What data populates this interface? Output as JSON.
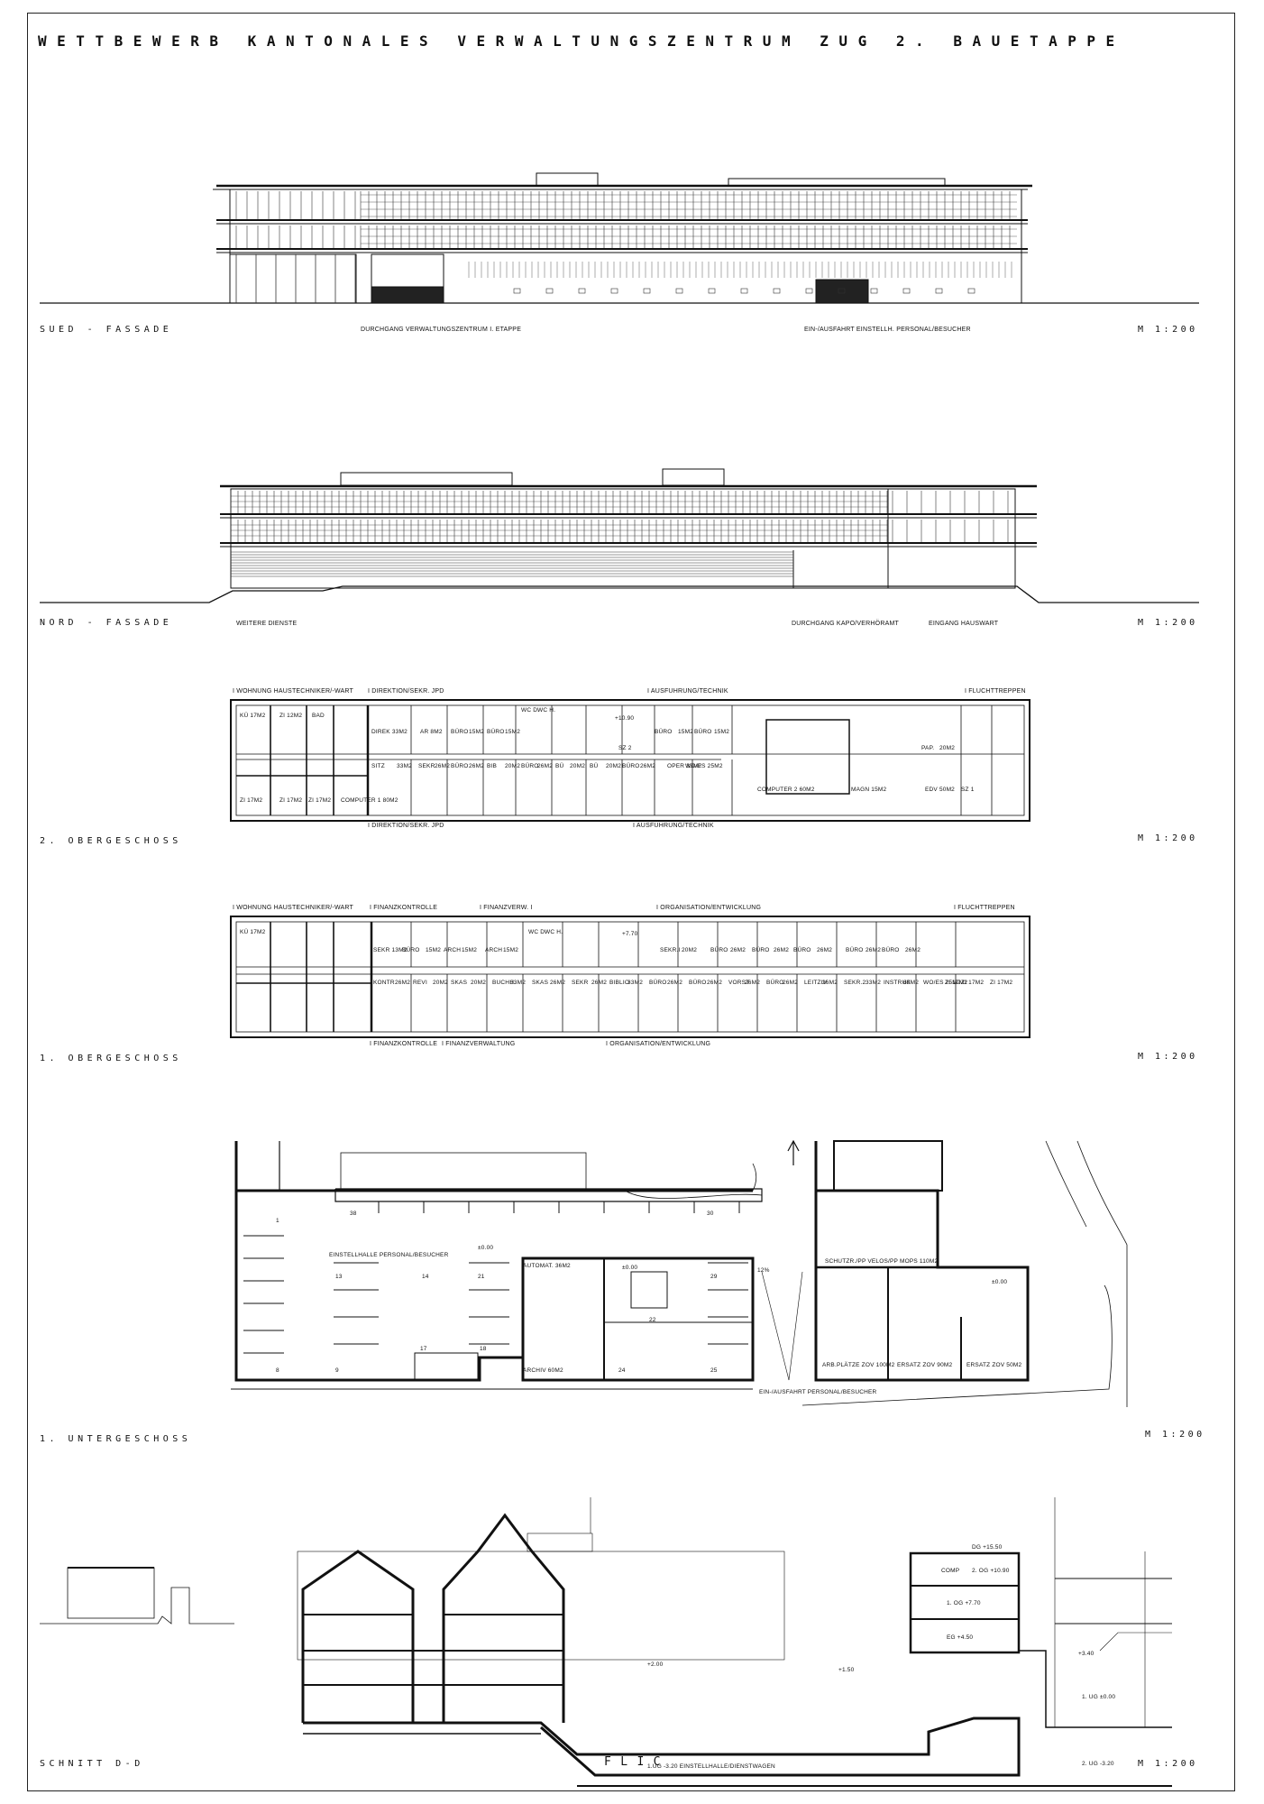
{
  "sheet": {
    "title": "WETTBEWERB   KANTONALES   VERWALTUNGSZENTRUM   ZUG   2.   BAUETAPPE",
    "scale": "M  1:200",
    "scale_ug": "M  1:200",
    "footer_mark": "FLIC"
  },
  "sued_fassade": {
    "label": "SUED - FASSADE",
    "note_1": "DURCHGANG VERWALTUNGSZENTRUM I. ETAPPE",
    "note_2": "EIN-/AUSFAHRT EINSTELLH. PERSONAL/BESUCHER"
  },
  "nord_fassade": {
    "label": "NORD - FASSADE",
    "note_1": "WEITERE DIENSTE",
    "note_2": "DURCHGANG KAPO/VERHÖRAMT",
    "note_3": "EINGANG HAUSWART"
  },
  "og2": {
    "label": "2.  OBERGESCHOSS",
    "top_notes": [
      "I WOHNUNG HAUSTECHNIKER/-WART",
      "I DIREKTION/SEKR. JPD",
      "I AUSFUHRUNG/TECHNIK",
      "I FLUCHTTREPPEN"
    ],
    "bottom_notes": [
      "I DIREKTION/SEKR. JPD",
      "I AUSFUHRUNG/TECHNIK"
    ],
    "rooms": [
      "KÜ 17M2",
      "ZI 12M2",
      "BAD",
      "DIREK 33M2",
      "AR 8M2",
      "BÜRO",
      "15M2",
      "BÜRO",
      "15M2",
      "WC D.",
      "WC H.",
      "+10.90",
      "BÜRO",
      "15M2",
      "BÜRO",
      "15M2",
      "PAP.",
      "20M2",
      "SITZ",
      "33M2",
      "SEKR",
      "26M2",
      "BÜRO",
      "26M2",
      "BIB",
      "20M2",
      "BÜRO",
      "26M2",
      "BÜ",
      "20M2",
      "BÜ",
      "20M2",
      "BÜRO",
      "26M2",
      "OPER 33M2",
      "WO/ES 25M2",
      "ZI 17M2",
      "ZI 17M2",
      "ZI 17M2",
      "COMPUTER 1 80M2",
      "COMPUTER 2 60M2",
      "MAGN 15M2",
      "EDV 50M2",
      "SZ 1",
      "SZ 2"
    ]
  },
  "og1": {
    "label": "1.  OBERGESCHOSS",
    "top_notes": [
      "I WOHNUNG HAUSTECHNIKER/-WART",
      "I FINANZKONTROLLE",
      "I FINANZVERW. I",
      "I ORGANISATION/ENTWICKLUNG",
      "I FLUCHTTREPPEN"
    ],
    "bottom_notes": [
      "I FINANZKONTROLLE",
      "I FINANZVERWALTUNG",
      "I ORGANISATION/ENTWICKLUNG"
    ],
    "rooms": [
      "KÜ 17M2",
      "SEKR 13M2",
      "BÜRO",
      "15M2",
      "ARCH",
      "15M2",
      "ARCH",
      "15M2",
      "WC D.",
      "WC H.",
      "+7.70",
      "SEKR.I",
      "20M2",
      "BÜRO",
      "26M2",
      "BÜRO",
      "26M2",
      "BÜRO",
      "26M2",
      "BÜRO",
      "26M2",
      "BÜRO",
      "26M2",
      "KONTR",
      "26M2",
      "REVI",
      "20M2",
      "SKAS",
      "20M2",
      "BUCHH.",
      "33M2",
      "SKAS",
      "26M2",
      "SEKR",
      "26M2",
      "BIBLIO",
      "33M2",
      "BÜRO",
      "26M2",
      "BÜRO",
      "26M2",
      "VORST",
      "26M2",
      "BÜRO",
      "26M2",
      "LEITZIV",
      "26M2",
      "SEKR.2",
      "33M2",
      "INSTRUK",
      "60M2",
      "WO/ES 25M2",
      "ZI 17M2",
      "ZI 17M2",
      "ZI 17M2"
    ]
  },
  "ug1": {
    "label": "1.  UNTERGESCHOSS",
    "rooms": [
      "EINSTELLHALLE PERSONAL/BESUCHER",
      "±0.00",
      "AUTOMAT. 36M2",
      "±0.00",
      "ARCHIV 60M2",
      "SCHUTZR./PP VELOS/PP MOPS 110M2",
      "±0.00",
      "ARB.PLÄTZE ZOV 100M2",
      "ERSATZ ZOV 90M2",
      "ERSATZ ZOV 50M2",
      "12%",
      "EIN-/AUSFAHRT PERSONAL/BESUCHER"
    ],
    "stall_numbers": [
      "38",
      "30",
      "1",
      "13",
      "14",
      "21",
      "29",
      "22",
      "17",
      "18",
      "8",
      "9",
      "24",
      "25"
    ]
  },
  "schnitt": {
    "label": "SCHNITT D-D",
    "levels": [
      "DG +15.50",
      "COMP",
      "2. OG +10.90",
      "1. OG +7.70",
      "EG +4.50",
      "+3.40",
      "+2.00",
      "+1.50",
      "1. UG ±0.00",
      "2. UG -3.20",
      "1.UG -3.20  EINSTELLHALLE/DIENSTWAGEN"
    ]
  }
}
